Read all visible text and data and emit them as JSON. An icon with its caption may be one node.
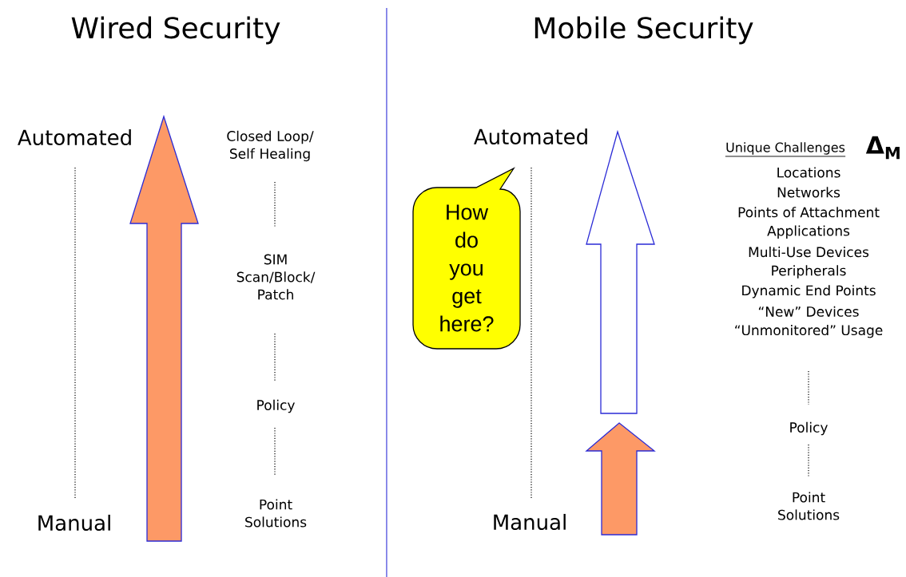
{
  "diagram": {
    "nodes": [
      {
        "text": [
          "How do you get here?"
        ]
      }
    ],
    "labels": [
      "Wired Security",
      "Mobile Security",
      "Automated",
      "Closed Loop/ Self Healing",
      "SIM Scan/Block/ Patch",
      "Policy",
      "Point Solutions",
      "Manual",
      "Automated",
      "Unique Challenges",
      "Δ$_{M}$",
      "Locations",
      "Networks",
      "Points of Attachment",
      "Applications",
      "Multi-Use Devices",
      "Peripherals",
      "Dynamic End Points",
      "“New” Devices",
      "“Unmonitored” Usage",
      "Policy",
      "Point Solutions",
      "Manual"
    ]
  }
}
